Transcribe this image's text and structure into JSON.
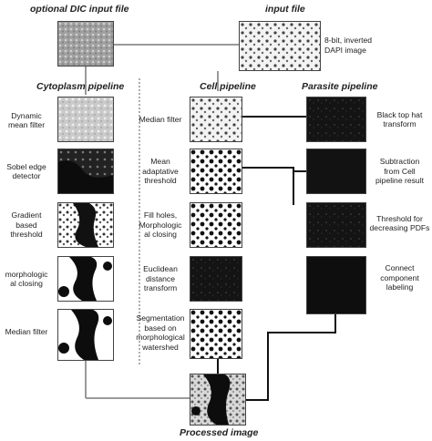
{
  "headers": {
    "dic_input": "optional DIC input file",
    "input_file": "input file",
    "cytoplasm": "Cytoplasm pipeline",
    "cell": "Cell pipeline",
    "parasite": "Parasite pipeline",
    "processed": "Processed image"
  },
  "input_note": [
    "8-bit, inverted",
    "DAPI image"
  ],
  "cytoplasm_steps": [
    [
      "Dynamic",
      "mean filter"
    ],
    [
      "Sobel edge",
      "detector"
    ],
    [
      "Gradient",
      "based",
      "threshold"
    ],
    [
      "morphologic",
      "al closing"
    ],
    [
      "Median filter"
    ]
  ],
  "cell_steps": [
    [
      "Median filter"
    ],
    [
      "Mean",
      "adaptative",
      "threshold"
    ],
    [
      "Fill holes,",
      "Morphologic",
      "al closing"
    ],
    [
      "Euclidean",
      "distance",
      "transform"
    ],
    [
      "Segmentation",
      "based on",
      "morphological",
      "watershed"
    ]
  ],
  "parasite_steps": [
    [
      "Black top hat",
      "transform"
    ],
    [
      "Subtraction",
      "from Cell",
      "pipeline result"
    ],
    [
      "Threshold for",
      "decreasing PDFs"
    ],
    [
      "Connect",
      "component",
      "labeling"
    ]
  ],
  "colors": {
    "lines": "#9a9a9a",
    "arrows": "#111111",
    "divider": "#777777"
  }
}
